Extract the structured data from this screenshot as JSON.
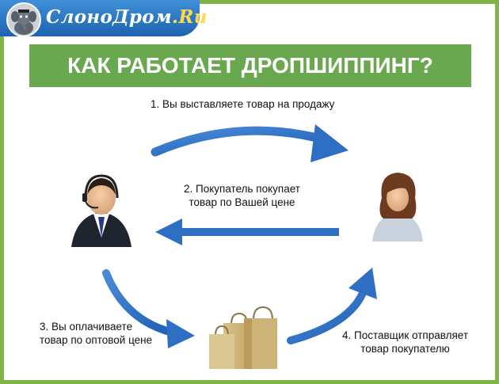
{
  "logo": {
    "brand": "СлоноДром",
    "suffix": ".Ru"
  },
  "title": "КАК РАБОТАЕТ ДРОПШИППИНГ?",
  "steps": {
    "step1": "1. Вы выставляете товар на продажу",
    "step2_line1": "2. Покупатель покупает",
    "step2_line2": "товар по Вашей цене",
    "step3_line1": "3. Вы оплачиваете",
    "step3_line2": "товар по оптовой цене",
    "step4_line1": "4. Поставщик отправляет",
    "step4_line2": "товар покупателю"
  },
  "actors": {
    "seller": "seller-headset-icon",
    "buyer": "buyer-woman-icon",
    "goods": "shopping-bags-icon"
  },
  "colors": {
    "arrow": "#2e6fc4",
    "banner": "#6aa84f",
    "frame": "#7fb449",
    "logo_bar": "#2a75c7"
  }
}
